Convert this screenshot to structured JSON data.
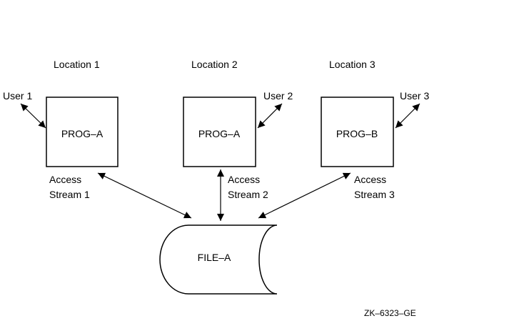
{
  "locations": [
    {
      "title": "Location 1",
      "program": "PROG–A",
      "user": "User 1",
      "stream_line1": "Access",
      "stream_line2": "Stream 1"
    },
    {
      "title": "Location 2",
      "program": "PROG–A",
      "user": "User 2",
      "stream_line1": "Access",
      "stream_line2": "Stream 2"
    },
    {
      "title": "Location 3",
      "program": "PROG–B",
      "user": "User 3",
      "stream_line1": "Access",
      "stream_line2": "Stream 3"
    }
  ],
  "file": {
    "label": "FILE–A"
  },
  "figure_id": "ZK–6323–GE"
}
